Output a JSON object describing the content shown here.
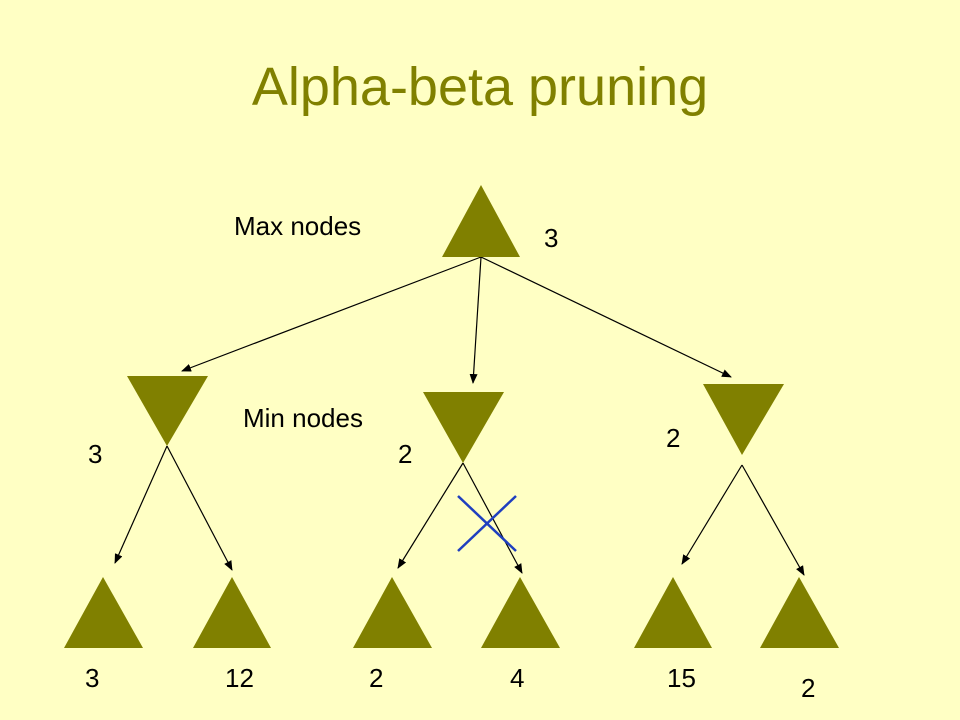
{
  "title": "Alpha-beta pruning",
  "labels": {
    "max_nodes": "Max nodes",
    "min_nodes": "Min nodes"
  },
  "values": {
    "root": "3",
    "min_left": "3",
    "min_middle": "2",
    "min_right": "2",
    "leaf_1": "3",
    "leaf_2": "12",
    "leaf_3": "2",
    "leaf_4": "4",
    "leaf_5": "15",
    "leaf_6": "2"
  },
  "colors": {
    "background": "#ffffc4",
    "node_fill": "#808000",
    "title": "#808000",
    "prune_mark": "#1f3fbf",
    "edge": "#000000"
  }
}
